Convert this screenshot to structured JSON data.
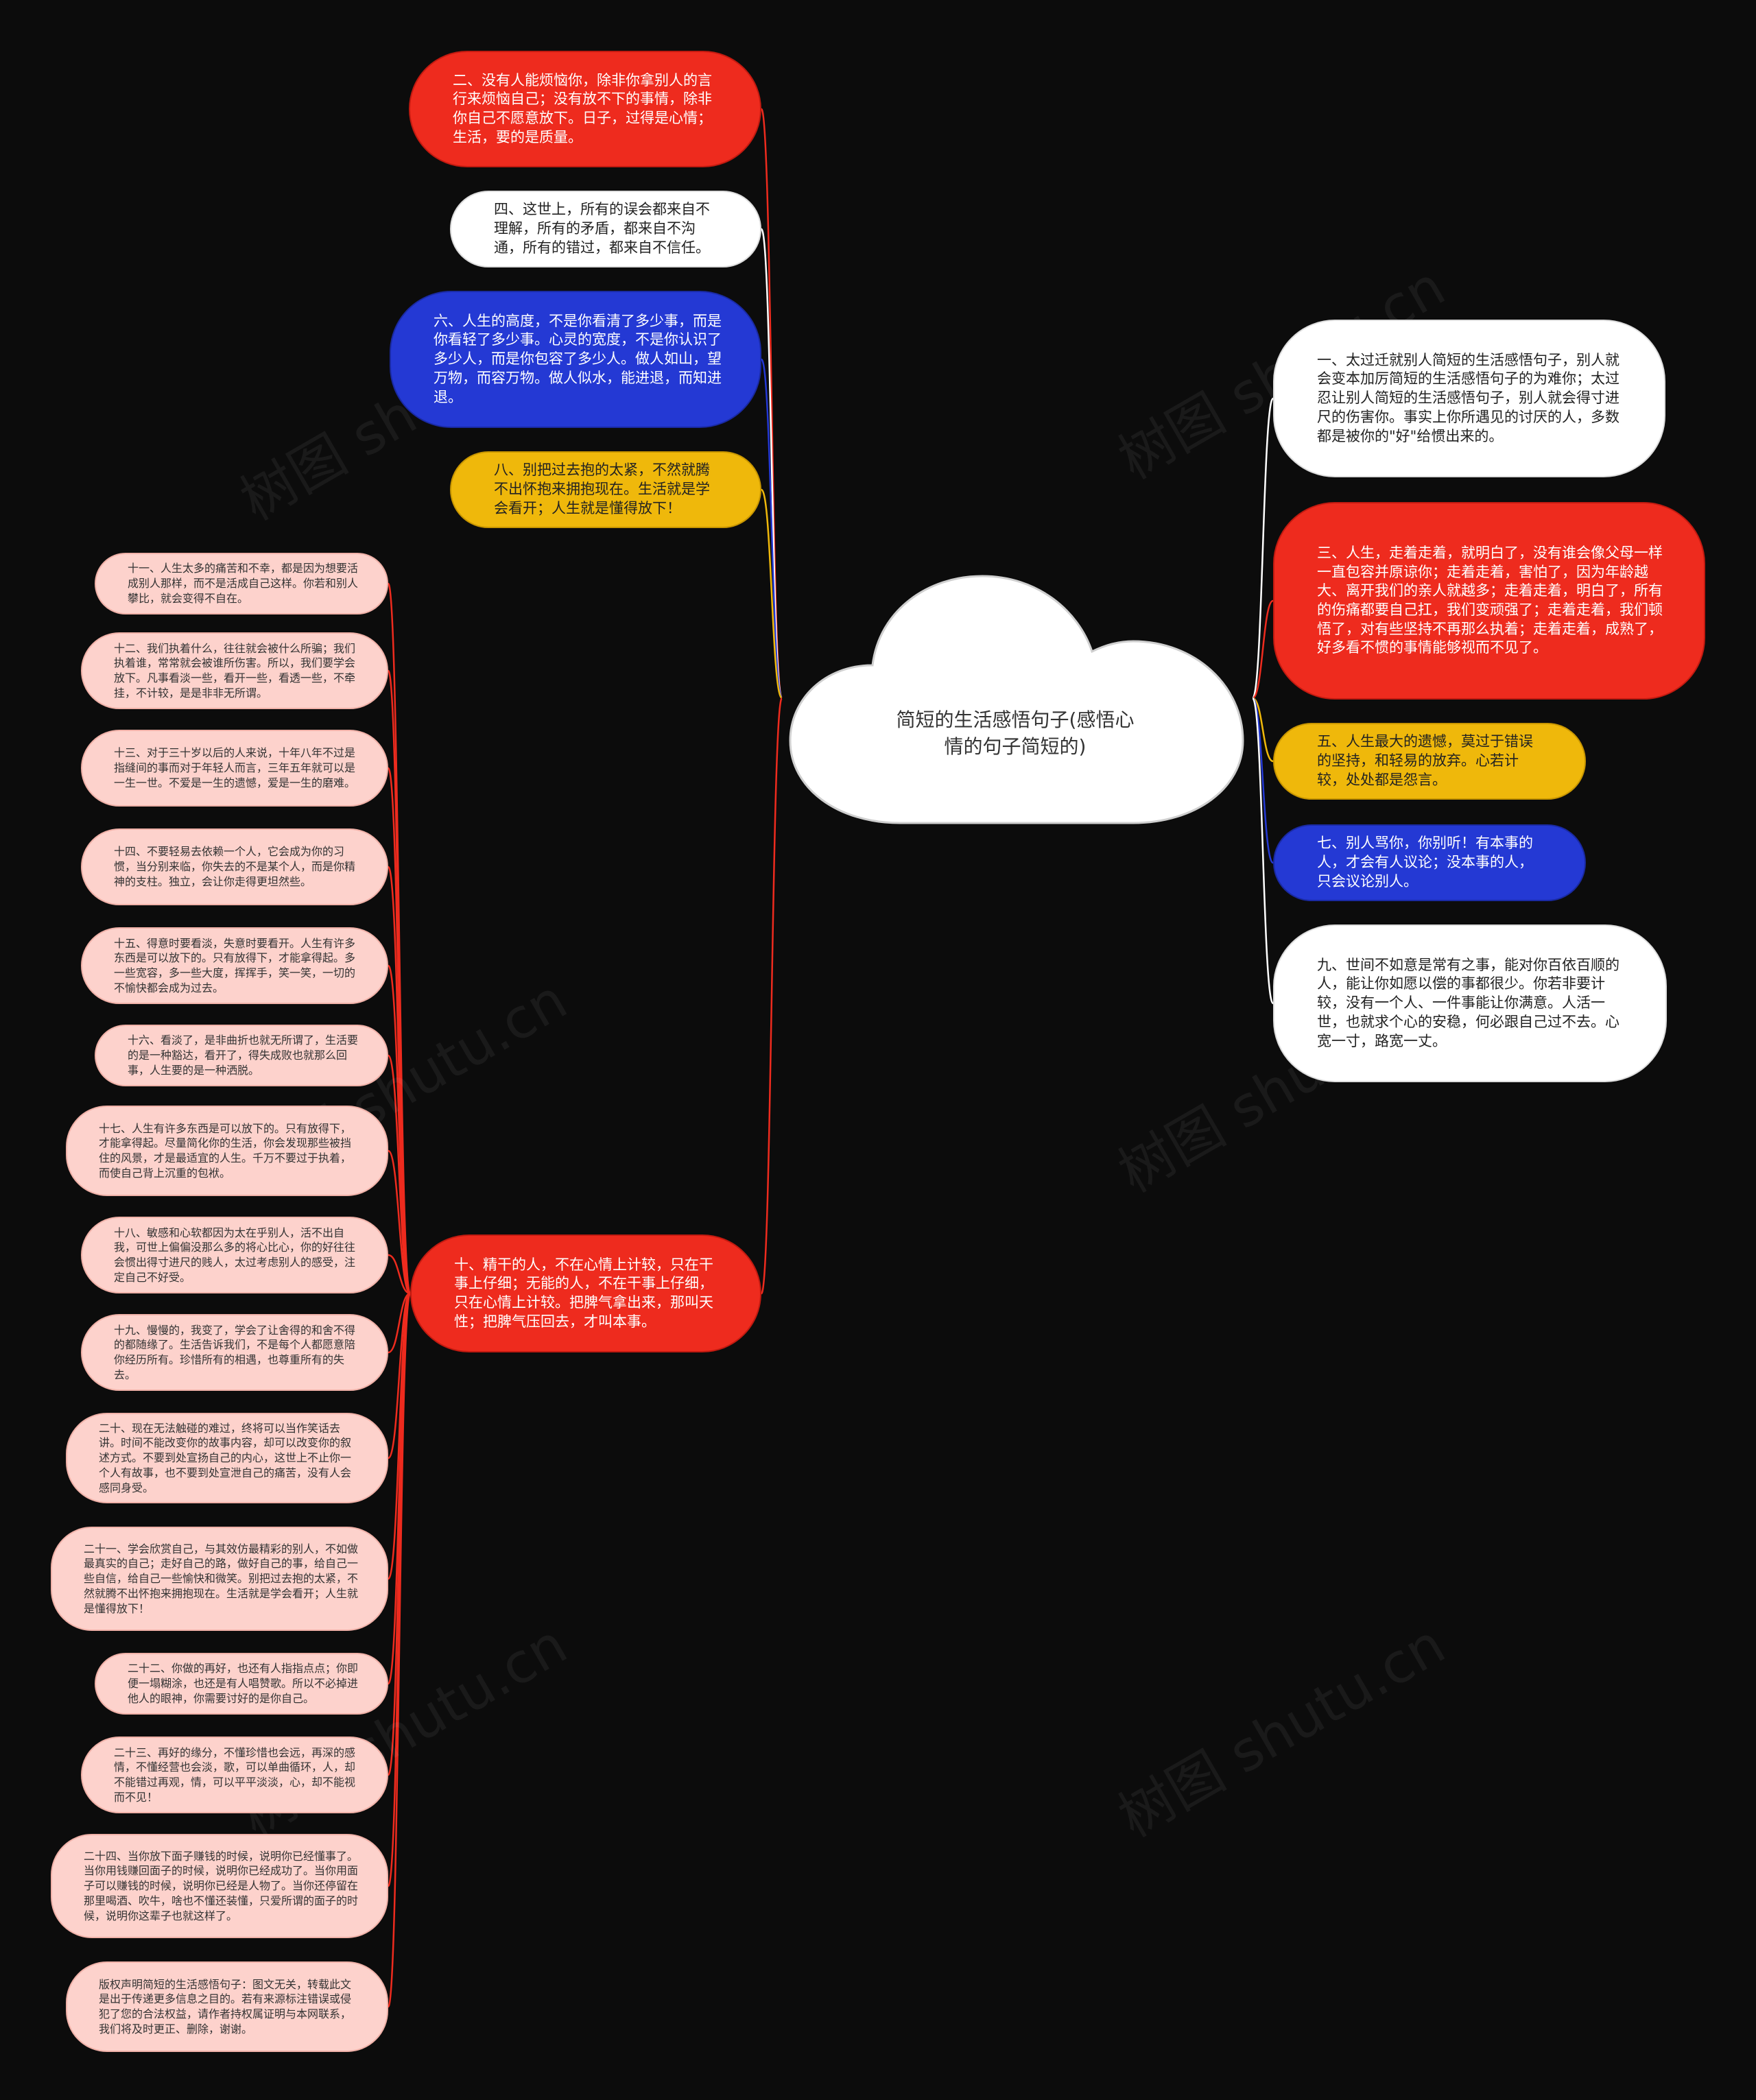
{
  "center": {
    "title": "简短的生活感悟句子(感悟心情的句子简短的)"
  },
  "watermark": "树图 shutu.cn",
  "colors": {
    "red": "#ee2b1e",
    "white": "#ffffff",
    "blue": "#2439d4",
    "yellow": "#efb80b",
    "pink": "#fdd2cc",
    "background": "#0c0c0c"
  },
  "right_nodes": [
    {
      "id": "r1",
      "color": "white",
      "text": "一、太过迁就别人简短的生活感悟句子，别人就会变本加厉简短的生活感悟句子的为难你；太过忍让别人简短的生活感悟句子，别人就会得寸进尺的伤害你。事实上你所遇见的讨厌的人，多数都是被你的\"好\"给惯出来的。"
    },
    {
      "id": "r3",
      "color": "red",
      "text": "三、人生，走着走着，就明白了，没有谁会像父母一样一直包容并原谅你；走着走着，害怕了，因为年龄越大、离开我们的亲人就越多；走着走着，明白了，所有的伤痛都要自己扛，我们变顽强了；走着走着，我们顿悟了，对有些坚持不再那么执着；走着走着，成熟了，好多看不惯的事情能够视而不见了。"
    },
    {
      "id": "r5",
      "color": "yellow",
      "text": "五、人生最大的遗憾，莫过于错误的坚持，和轻易的放弃。心若计较，处处都是怨言。"
    },
    {
      "id": "r7",
      "color": "blue",
      "text": "七、别人骂你，你别听！有本事的人，才会有人议论；没本事的人，只会议论别人。"
    },
    {
      "id": "r9",
      "color": "white",
      "text": "九、世间不如意是常有之事，能对你百依百顺的人，能让你如愿以偿的事都很少。你若非要计较，没有一个人、一件事能让你满意。人活一世，也就求个心的安稳，何必跟自己过不去。心宽一寸，路宽一丈。"
    }
  ],
  "left_nodes": [
    {
      "id": "l2",
      "color": "red",
      "text": "二、没有人能烦恼你，除非你拿别人的言行来烦恼自己；没有放不下的事情，除非你自己不愿意放下。日子，过得是心情；生活，要的是质量。"
    },
    {
      "id": "l4",
      "color": "white",
      "text": "四、这世上，所有的误会都来自不理解，所有的矛盾，都来自不沟通，所有的错过，都来自不信任。"
    },
    {
      "id": "l6",
      "color": "blue",
      "text": "六、人生的高度，不是你看清了多少事，而是你看轻了多少事。心灵的宽度，不是你认识了多少人，而是你包容了多少人。做人如山，望万物，而容万物。做人似水，能进退，而知进退。"
    },
    {
      "id": "l8",
      "color": "yellow",
      "text": "八、别把过去抱的太紧，不然就腾不出怀抱来拥抱现在。生活就是学会看开；人生就是懂得放下！"
    },
    {
      "id": "l10",
      "color": "red",
      "text": "十、精干的人，不在心情上计较，只在干事上仔细；无能的人，不在干事上仔细，只在心情上计较。把脾气拿出来，那叫天性；把脾气压回去，才叫本事。"
    }
  ],
  "sub_nodes": [
    {
      "id": "s11",
      "text": "十一、人生太多的痛苦和不幸，都是因为想要活成别人那样，而不是活成自己这样。你若和别人攀比，就会变得不自在。"
    },
    {
      "id": "s12",
      "text": "十二、我们执着什么，往往就会被什么所骗；我们执着谁，常常就会被谁所伤害。所以，我们要学会放下。凡事看淡一些，看开一些，看透一些，不牵挂，不计较，是是非非无所谓。"
    },
    {
      "id": "s13",
      "text": "十三、对于三十岁以后的人来说，十年八年不过是指缝间的事而对于年轻人而言，三年五年就可以是一生一世。不爱是一生的遗憾，爱是一生的磨难。"
    },
    {
      "id": "s14",
      "text": "十四、不要轻易去依赖一个人，它会成为你的习惯，当分别来临，你失去的不是某个人，而是你精神的支柱。独立，会让你走得更坦然些。"
    },
    {
      "id": "s15",
      "text": "十五、得意时要看淡，失意时要看开。人生有许多东西是可以放下的。只有放得下，才能拿得起。多一些宽容，多一些大度，挥挥手，笑一笑，一切的不愉快都会成为过去。"
    },
    {
      "id": "s16",
      "text": "十六、看淡了，是非曲折也就无所谓了，生活要的是一种豁达，看开了，得失成败也就那么回事，人生要的是一种洒脱。"
    },
    {
      "id": "s17",
      "text": "十七、人生有许多东西是可以放下的。只有放得下，才能拿得起。尽量简化你的生活，你会发现那些被挡住的风景，才是最适宜的人生。千万不要过于执着，而使自己背上沉重的包袱。"
    },
    {
      "id": "s18",
      "text": "十八、敏感和心软都因为太在乎别人，活不出自我，可世上偏偏没那么多的将心比心，你的好往往会惯出得寸进尺的贱人，太过考虑别人的感受，注定自己不好受。"
    },
    {
      "id": "s19",
      "text": "十九、慢慢的，我变了，学会了让舍得的和舍不得的都随缘了。生活告诉我们，不是每个人都愿意陪你经历所有。珍惜所有的相遇，也尊重所有的失去。"
    },
    {
      "id": "s20",
      "text": "二十、现在无法触碰的难过，终将可以当作笑话去讲。时间不能改变你的故事内容，却可以改变你的叙述方式。不要到处宣扬自己的内心，这世上不止你一个人有故事，也不要到处宣泄自己的痛苦，没有人会感同身受。"
    },
    {
      "id": "s21",
      "text": "二十一、学会欣赏自己，与其效仿最精彩的别人，不如做最真实的自己；走好自己的路，做好自己的事，给自己一些自信，给自己一些愉快和微笑。别把过去抱的太紧，不然就腾不出怀抱来拥抱现在。生活就是学会看开；人生就是懂得放下！"
    },
    {
      "id": "s22",
      "text": "二十二、你做的再好，也还有人指指点点；你即便一塌糊涂，也还是有人唱赞歌。所以不必掉进他人的眼神，你需要讨好的是你自己。"
    },
    {
      "id": "s23",
      "text": "二十三、再好的缘分，不懂珍惜也会远，再深的感情，不懂经营也会淡，歌，可以单曲循环，人，却不能错过再观，情，可以平平淡淡，心，却不能视而不见！"
    },
    {
      "id": "s24",
      "text": "二十四、当你放下面子赚钱的时候，说明你已经懂事了。当你用钱赚回面子的时候，说明你已经成功了。当你用面子可以赚钱的时候，说明你已经是人物了。当你还停留在那里喝酒、吹牛，啥也不懂还装懂，只爱所谓的面子的时候，说明你这辈子也就这样了。"
    },
    {
      "id": "s25",
      "text": "版权声明简短的生活感悟句子：图文无关，转载此文是出于传递更多信息之目的。若有来源标注错误或侵犯了您的合法权益，请作者持权属证明与本网联系，我们将及时更正、删除，谢谢。"
    }
  ]
}
